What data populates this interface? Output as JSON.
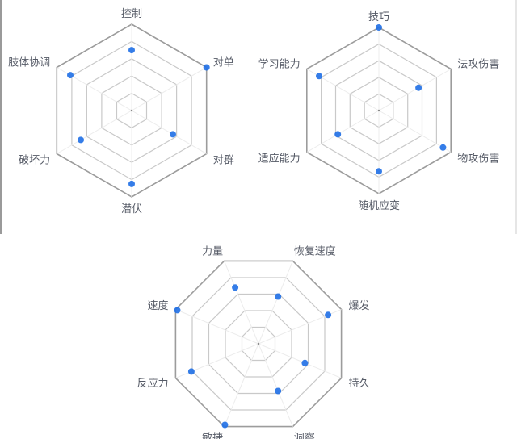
{
  "chart_data": [
    {
      "type": "radar",
      "title": "",
      "categories": [
        "控制",
        "对单",
        "对群",
        "潜伏",
        "破坏力",
        "肢体协调"
      ],
      "values": [
        70,
        100,
        55,
        85,
        68,
        82
      ],
      "range": [
        0,
        100
      ],
      "rings": 5,
      "shape": "hexagon",
      "color": "#1f6fe5"
    },
    {
      "type": "radar",
      "title": "",
      "categories": [
        "技巧",
        "法攻伤害",
        "物攻伤害",
        "随机应变",
        "适应能力",
        "学习能力"
      ],
      "values": [
        100,
        55,
        89,
        73,
        57,
        83
      ],
      "range": [
        0,
        100
      ],
      "rings": 5,
      "shape": "hexagon",
      "color": "#1f6fe5"
    },
    {
      "type": "radar",
      "title": "",
      "categories": [
        "恢复速度",
        "爆发",
        "持久",
        "洞察",
        "敏捷",
        "反应力",
        "速度",
        "力量"
      ],
      "values": [
        57,
        84,
        56,
        57,
        98,
        81,
        98,
        68
      ],
      "range": [
        0,
        100
      ],
      "rings": 5,
      "shape": "octagon",
      "color": "#1f6fe5"
    }
  ]
}
